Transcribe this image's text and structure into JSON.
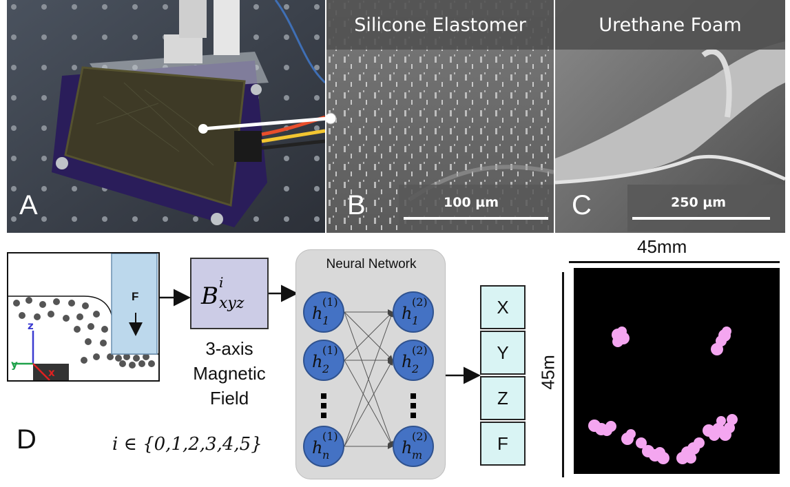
{
  "panels": {
    "a": {
      "letter": "A"
    },
    "b": {
      "letter": "B",
      "title": "Silicone Elastomer",
      "scale": "100 µm"
    },
    "c": {
      "letter": "C",
      "title": "Urethane Foam",
      "scale": "250 µm"
    },
    "d": {
      "letter": "D"
    }
  },
  "schematic": {
    "force": "F",
    "axes": {
      "z": "z",
      "y": "y",
      "x": "x"
    }
  },
  "field_box": {
    "base": "B",
    "sup": "i",
    "sub": "xyz",
    "caption": [
      "3-axis",
      "Magnetic",
      "Field"
    ],
    "index_set": "i ∈ {0,1,2,3,4,5}"
  },
  "network": {
    "title": "Neural Network",
    "layer1": [
      {
        "base": "h",
        "sup": "(1)",
        "sub": "1"
      },
      {
        "base": "h",
        "sup": "(1)",
        "sub": "2"
      },
      {
        "base": "h",
        "sup": "(1)",
        "sub": "n"
      }
    ],
    "layer2": [
      {
        "base": "h",
        "sup": "(2)",
        "sub": "1"
      },
      {
        "base": "h",
        "sup": "(2)",
        "sub": "2"
      },
      {
        "base": "h",
        "sup": "(2)",
        "sub": "m"
      }
    ]
  },
  "outputs": [
    "X",
    "Y",
    "Z",
    "F"
  ],
  "plot": {
    "width_label": "45mm",
    "height_label": "45m",
    "background": "#000000",
    "blob_color": "#f4a6f0"
  },
  "colors": {
    "input_box": "#cccce6",
    "network_bg": "#d9d9d9",
    "node": "#4472c4",
    "force_rect": "#bcd8ec",
    "output_cell": "#d9f4f4"
  }
}
